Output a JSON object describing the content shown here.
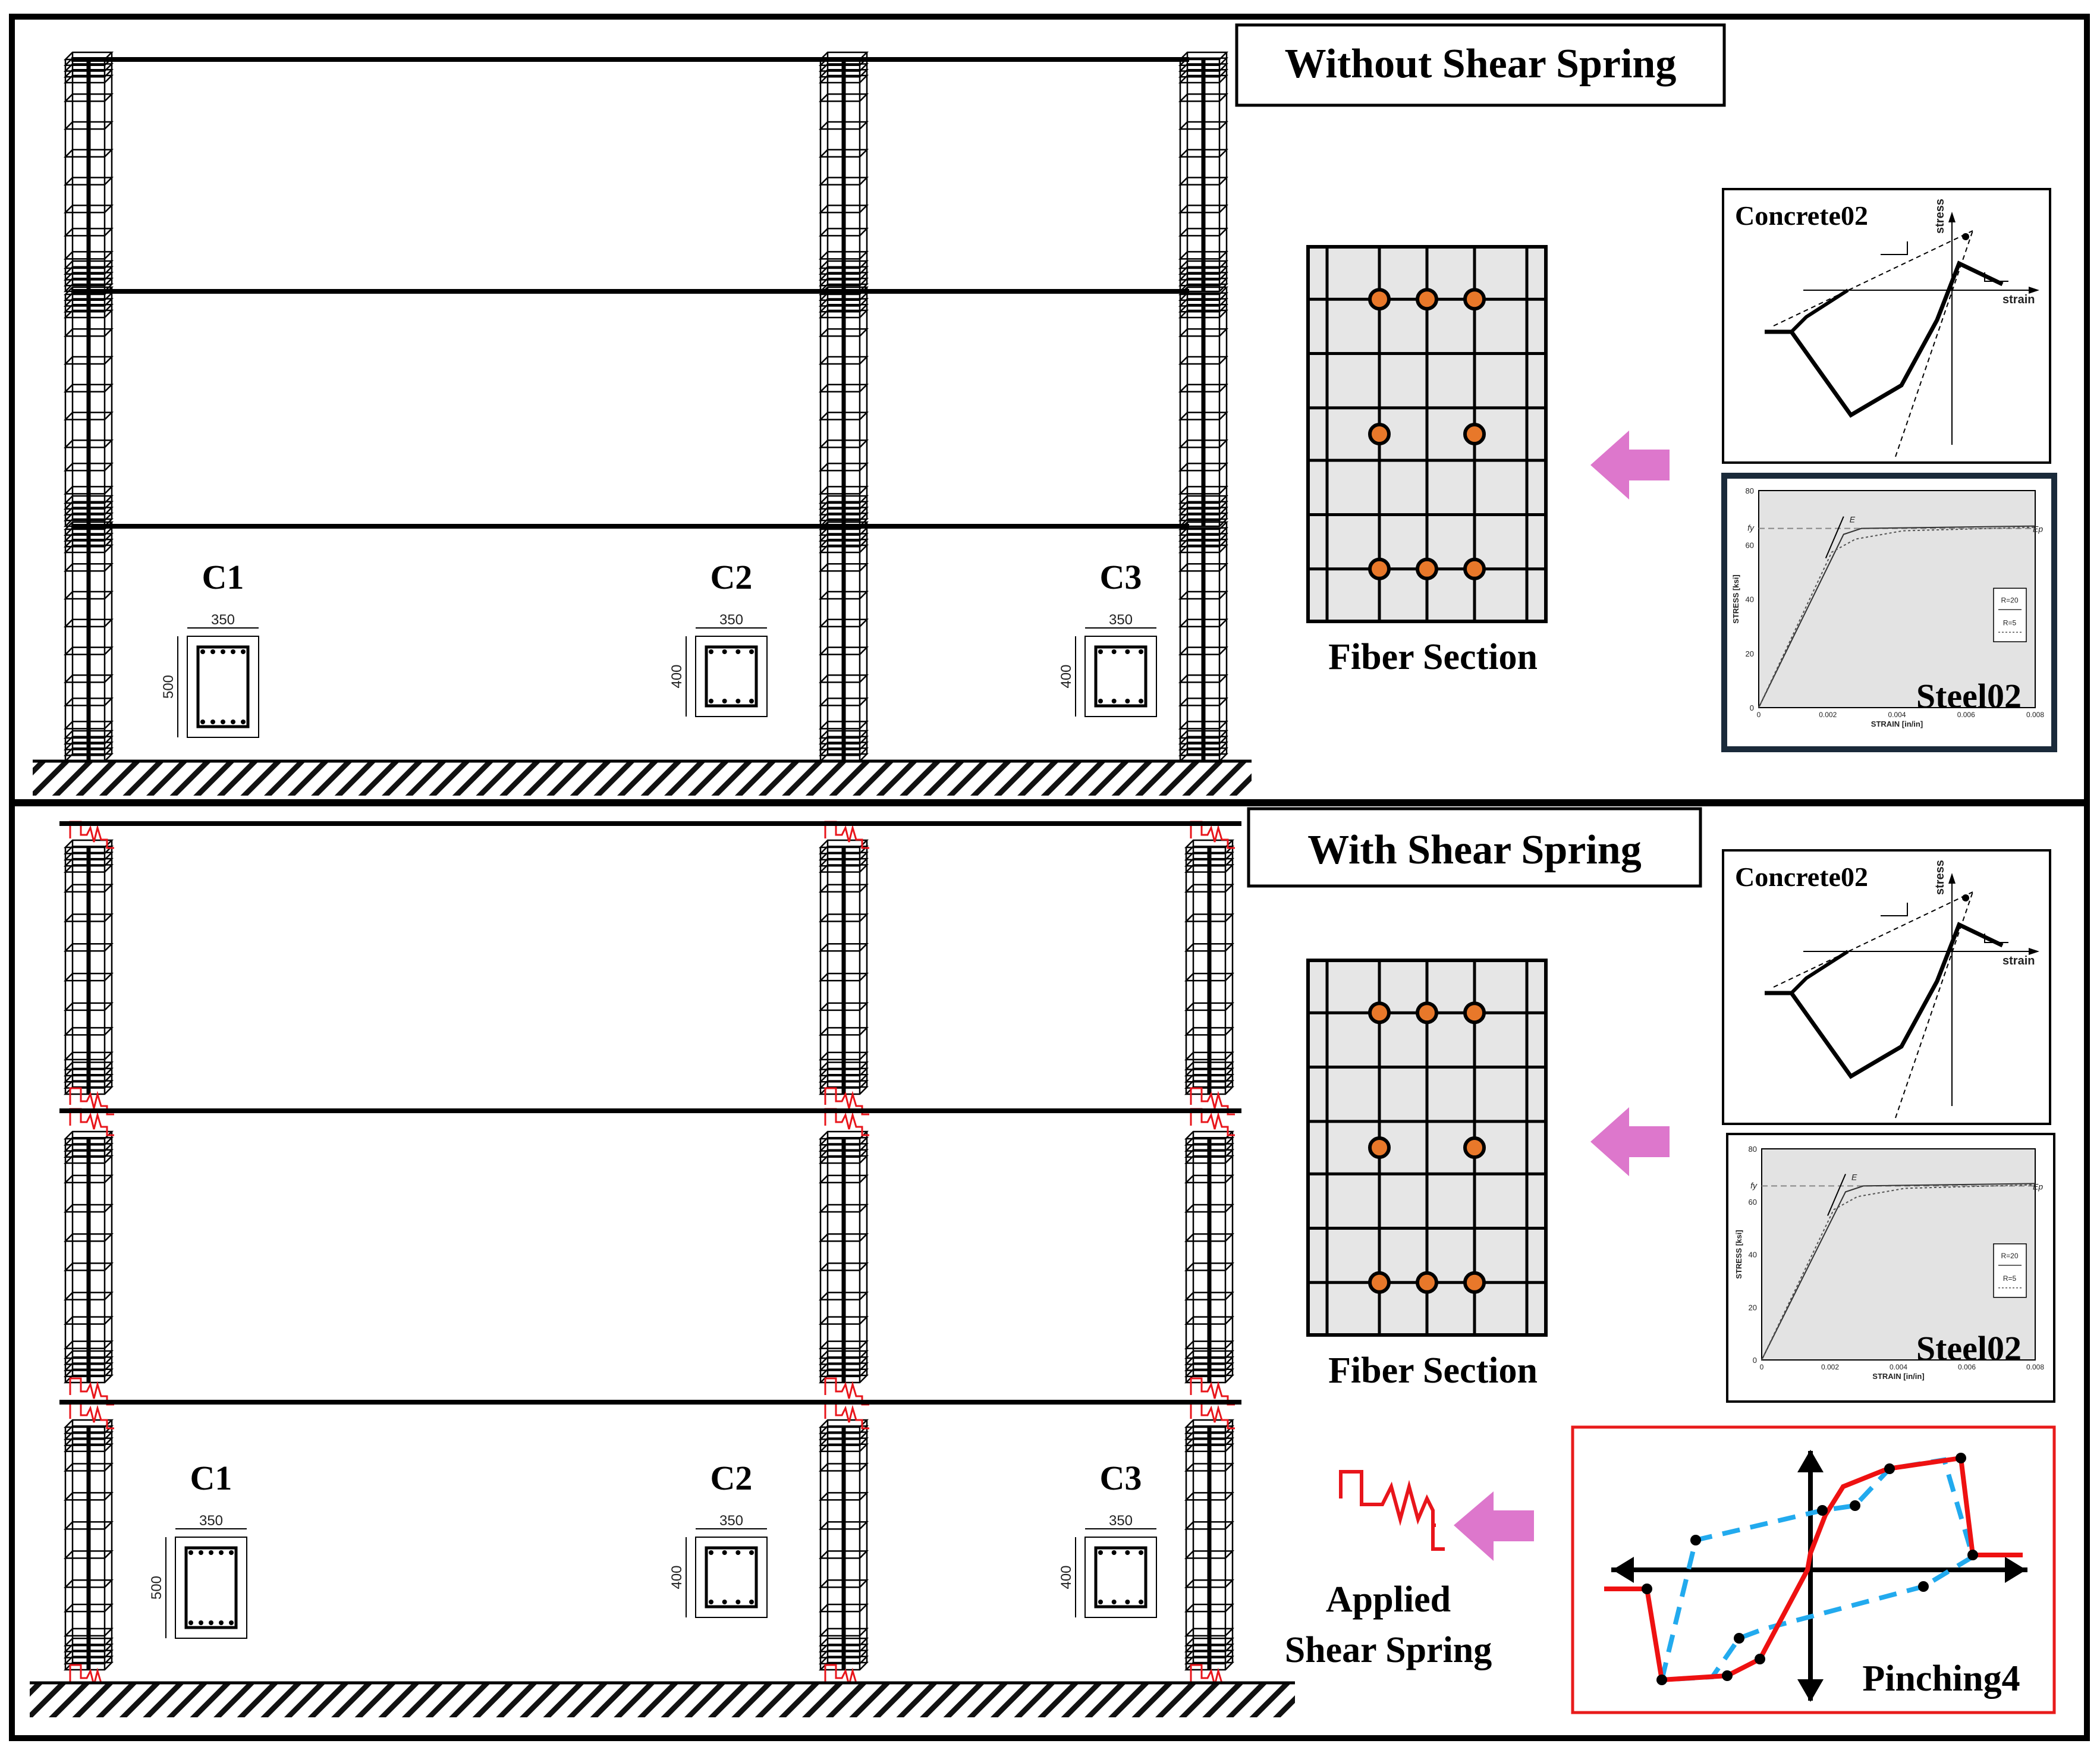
{
  "colors": {
    "frame": "#000000",
    "grid_fill": "#e6e6e6",
    "rebar": "#e8782a",
    "arrow": "#dd77cc",
    "spring": "#e8151b",
    "pinch_red": "#ee1111",
    "pinch_blue": "#22aaee",
    "panel_fill": "#e3e3e3"
  },
  "top": {
    "title": "Without Shear Spring",
    "fiber_label": "Fiber Section",
    "concrete_label": "Concrete02",
    "steel_label": "Steel02",
    "concrete_axes": {
      "y": "stress",
      "x": "strain"
    },
    "steel_axes": {
      "x": "STRAIN [in/in]",
      "y": "STRESS [ksi]",
      "fy": "fy",
      "E": "E",
      "Ep": "Ep",
      "yticks": [
        "80",
        "60",
        "40",
        "20",
        "0"
      ],
      "xticks": [
        "0",
        "0.002",
        "0.004",
        "0.006",
        "0.008"
      ],
      "legend": [
        "R=20",
        "R=5"
      ]
    },
    "columns": [
      {
        "label": "C1",
        "width": "350",
        "height": "500"
      },
      {
        "label": "C2",
        "width": "350",
        "height": "400"
      },
      {
        "label": "C3",
        "width": "350",
        "height": "400"
      }
    ]
  },
  "bottom": {
    "title": "With Shear Spring",
    "fiber_label": "Fiber Section",
    "concrete_label": "Concrete02",
    "steel_label": "Steel02",
    "concrete_axes": {
      "y": "stress",
      "x": "strain"
    },
    "steel_axes": {
      "x": "STRAIN [in/in]",
      "y": "STRESS [ksi]",
      "fy": "fy",
      "E": "E",
      "Ep": "Ep",
      "yticks": [
        "80",
        "60",
        "40",
        "20",
        "0"
      ],
      "xticks": [
        "0",
        "0.002",
        "0.004",
        "0.006",
        "0.008"
      ],
      "legend": [
        "R=20",
        "R=5"
      ]
    },
    "spring_label_1": "Applied",
    "spring_label_2": "Shear Spring",
    "pinching_label": "Pinching4",
    "columns": [
      {
        "label": "C1",
        "width": "350",
        "height": "500"
      },
      {
        "label": "C2",
        "width": "350",
        "height": "400"
      },
      {
        "label": "C3",
        "width": "350",
        "height": "400"
      }
    ]
  }
}
